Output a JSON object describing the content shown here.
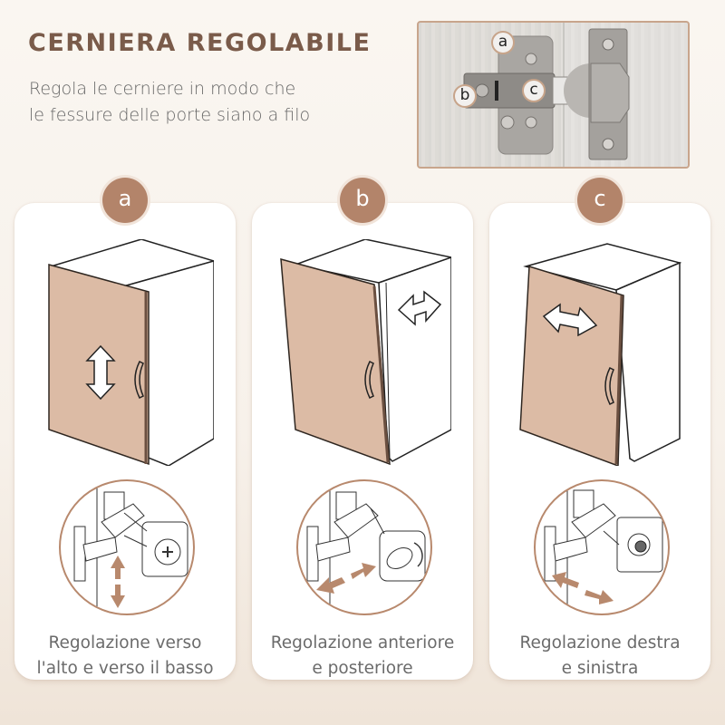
{
  "header": {
    "title": "CERNIERA REGOLABILE",
    "subtitle_line1": "Regola le cerniere in modo che",
    "subtitle_line2": "le fessure delle porte siano a filo"
  },
  "photo": {
    "labels": [
      "a",
      "b",
      "c"
    ]
  },
  "cards": [
    {
      "badge": "a",
      "caption_line1": "Regolazione verso",
      "caption_line2": "l'alto e verso il basso",
      "arrow": "vertical"
    },
    {
      "badge": "b",
      "caption_line1": "Regolazione anteriore",
      "caption_line2": "e posteriore",
      "arrow": "front-back"
    },
    {
      "badge": "c",
      "caption_line1": "Regolazione destra",
      "caption_line2": "e sinistra",
      "arrow": "left-right"
    }
  ],
  "colors": {
    "accent": "#b3846a",
    "title": "#7a5b4a",
    "door": "#dcbba5",
    "background": "#faf6f1"
  }
}
